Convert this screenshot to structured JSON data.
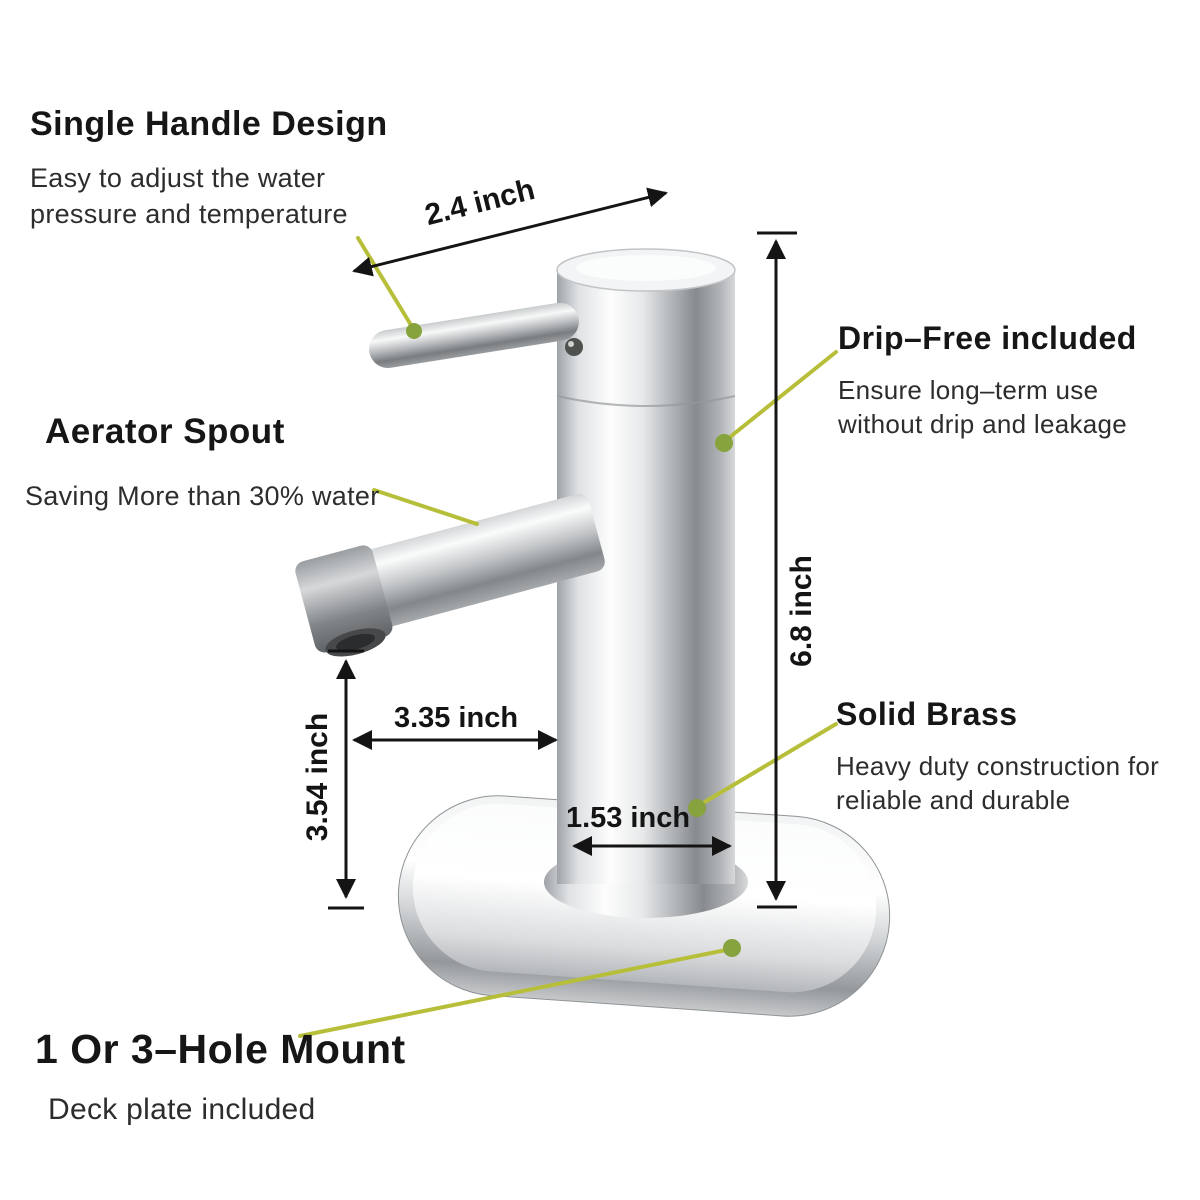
{
  "product": {
    "callouts": {
      "single_handle": {
        "title": "Single Handle Design",
        "desc": [
          "Easy to adjust the water",
          "pressure and temperature"
        ]
      },
      "drip_free": {
        "title": "Drip–Free included",
        "desc": [
          "Ensure long–term use",
          "without drip and leakage"
        ]
      },
      "aerator_spout": {
        "title": "Aerator Spout",
        "desc": [
          "Saving More than 30% water"
        ]
      },
      "solid_brass": {
        "title": "Solid Brass",
        "desc": [
          "Heavy duty construction for",
          "reliable and durable"
        ]
      },
      "hole_mount": {
        "title": "1 Or 3–Hole Mount",
        "desc": [
          "Deck plate included"
        ]
      }
    },
    "dimensions": {
      "handle_length": "2.4 inch",
      "total_height": "6.8 inch",
      "spout_reach": "3.35 inch",
      "spout_height": "3.54 inch",
      "base_diameter": "1.53 inch"
    },
    "colors": {
      "callout_line": "#b7bf3a",
      "callout_dot": "#87a33e",
      "dimension_line": "#141414",
      "heading_text": "#161616",
      "body_text": "#2d2d2d"
    }
  }
}
